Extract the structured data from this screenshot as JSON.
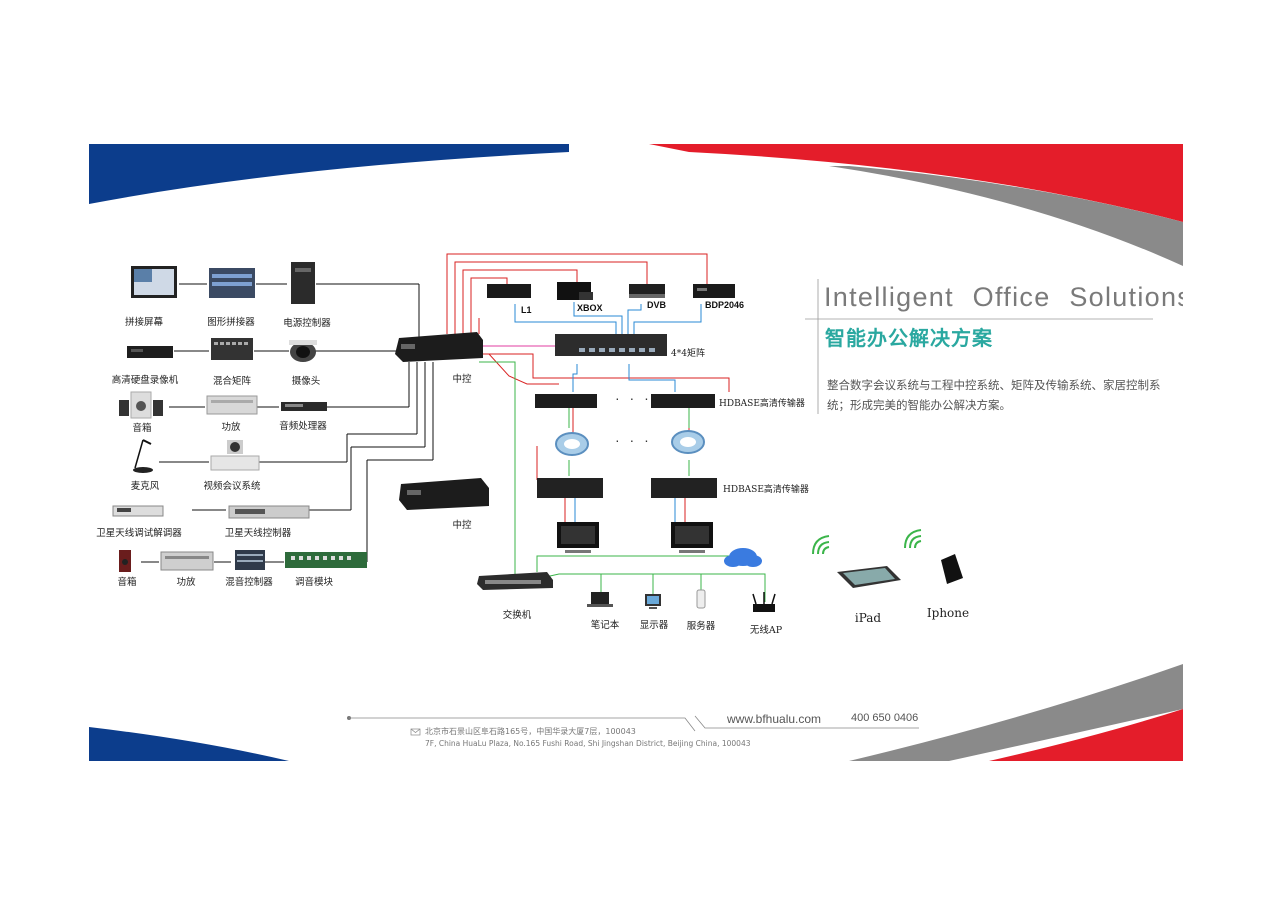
{
  "header": {
    "title_en": "Intelligent Office Solutions",
    "title_cn": "智能办公解决方案",
    "description": "整合数字会议系统与工程中控系统、矩阵及传输系统、家居控制系统；形成完美的智能办公解决方案。"
  },
  "devices_left": {
    "row1": [
      "拼接屏幕",
      "图形拼接器",
      "电源控制器"
    ],
    "row2": [
      "高清硬盘录像机",
      "混合矩阵",
      "摄像头"
    ],
    "row3": [
      "音箱",
      "功放",
      "音频处理器"
    ],
    "row4": [
      "麦克风",
      "视频会议系统"
    ],
    "row5": [
      "卫星天线调试解调器",
      "卫星天线控制器"
    ],
    "row6": [
      "音箱",
      "功放",
      "混音控制器",
      "调音模块"
    ]
  },
  "center": {
    "controller_top": "中控",
    "controller_bottom": "中控",
    "switch": "交换机",
    "matrix": "4*4矩阵",
    "hdbase_top": "HDBASE高清传输器",
    "hdbase_bottom": "HDBASE高清传输器",
    "dots": "· · ·"
  },
  "sources": [
    "L1",
    "XBOX",
    "DVB",
    "BDP2046"
  ],
  "network": [
    "笔记本",
    "显示器",
    "服务器",
    "无线AP"
  ],
  "mobile": [
    "iPad",
    "Iphone"
  ],
  "footer": {
    "address_cn": "北京市石景山区阜石路165号，中国华录大厦7层，100043",
    "address_en": "7F, China HuaLu Plaza, No.165 Fushi Road, Shi Jingshan District, Beijing China, 100043",
    "website": "www.bfhualu.com",
    "phone": "400 650 0406"
  },
  "colors": {
    "blue": "#0c3d8c",
    "red": "#e41d2a",
    "gray": "#8a8a8a",
    "teal": "#2aa8a0",
    "wire_green": "#3bb54a",
    "wire_red": "#d92222",
    "wire_blue": "#2a8ad4",
    "wire_black": "#111111",
    "wire_pink": "#e23ea0"
  }
}
